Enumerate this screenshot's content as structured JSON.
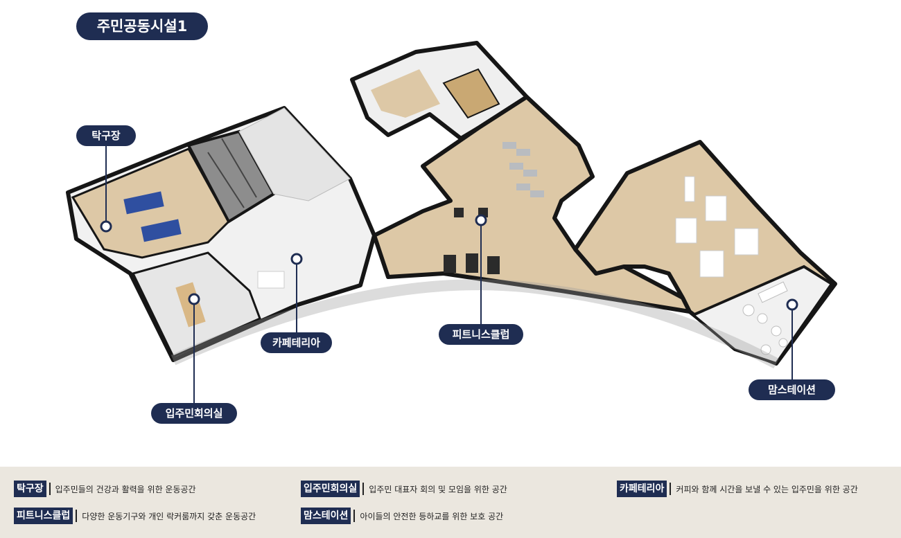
{
  "title": "주민공동시설1",
  "colors": {
    "navy": "#1f2d52",
    "wood_floor": "#ddc8a6",
    "white_floor": "#f1f1f1",
    "wall_black": "#161616",
    "legend_bg": "#ebe7df"
  },
  "labels": {
    "table_tennis": "탁구장",
    "meeting_room": "입주민회의실",
    "cafeteria": "카페테리아",
    "fitness": "피트니스클럽",
    "moms_station": "맘스테이션"
  },
  "legend": [
    {
      "name": "탁구장",
      "desc": "입주민들의 건강과 활력을 위한 운동공간"
    },
    {
      "name": "입주민회의실",
      "desc": "입주민 대표자 회의 및 모임을 위한 공간"
    },
    {
      "name": "카페테리아",
      "desc": "커피와 함께 시간을 보낼 수 있는 입주민을 위한 공간"
    },
    {
      "name": "피트니스클럽",
      "desc": "다양한 운동기구와 개인 락커룸까지 갖춘 운동공간"
    },
    {
      "name": "맘스테이션",
      "desc": "아이들의 안전한 등하교를 위한 보호 공간"
    }
  ]
}
